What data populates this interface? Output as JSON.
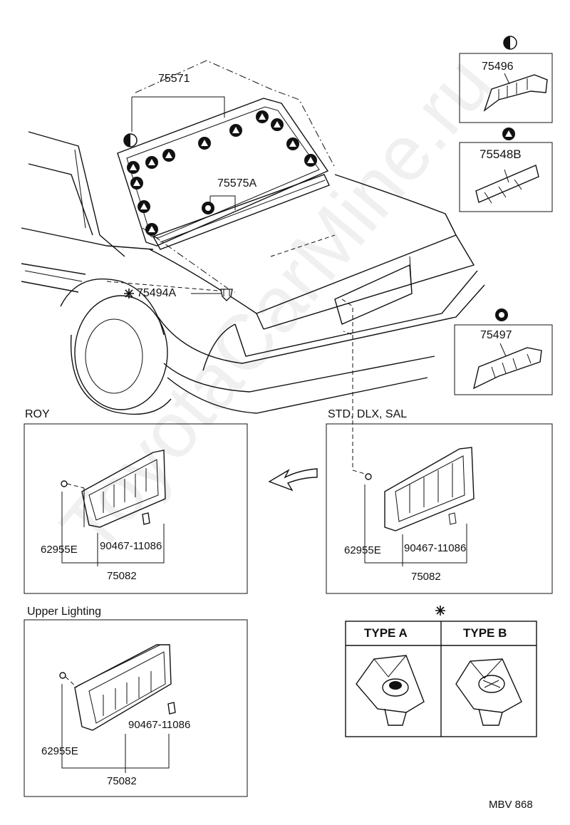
{
  "watermark": "ToyotaCarMine.ru",
  "symbols": {
    "half_circle": "half-filled-circle",
    "triangle": "triangle-in-circle",
    "ring": "ring-circle",
    "asterisk": "asterisk-mark"
  },
  "parts": {
    "p75571": "75571",
    "p75575A": "75575A",
    "p75494A": "75494A",
    "p75496": "75496",
    "p75548B": "75548B",
    "p75497": "75497"
  },
  "roy": {
    "title": "ROY",
    "clip": "62955E",
    "screw": "90467-11086",
    "assembly": "75082"
  },
  "std": {
    "title": "STD, DLX, SAL",
    "clip": "62955E",
    "screw": "90467-11086",
    "assembly": "75082"
  },
  "upper": {
    "title": "Upper Lighting",
    "screw": "90467-11086",
    "clip": "62955E",
    "assembly": "75082"
  },
  "types": {
    "type_a": "TYPE A",
    "type_b": "TYPE B"
  },
  "code": "MBV 868"
}
